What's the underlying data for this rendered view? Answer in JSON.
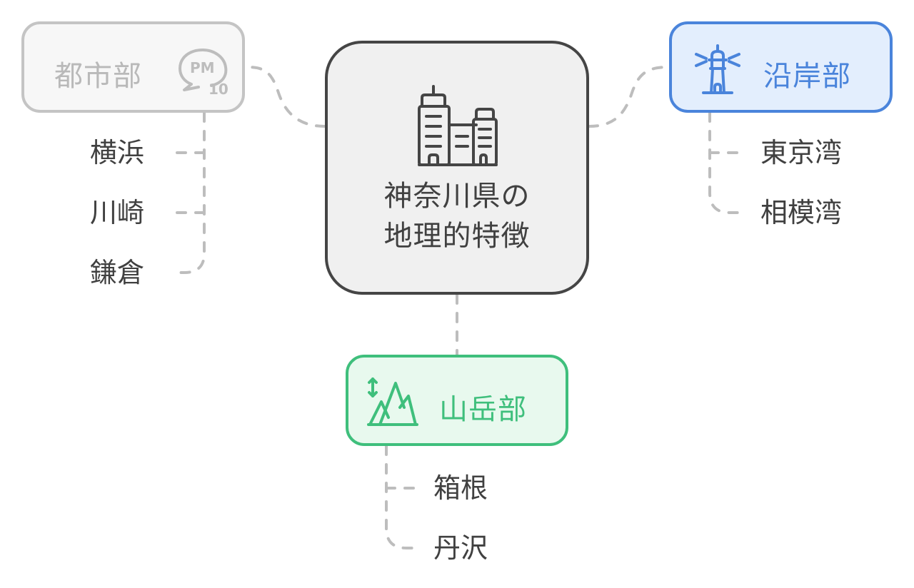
{
  "diagram": {
    "type": "mind-map",
    "center": {
      "title_line1": "神奈川県の",
      "title_line2": "地理的特徴",
      "icon": "city-buildings-icon",
      "color": "#454545",
      "background": "#f0f0f0"
    },
    "branches": [
      {
        "id": "urban",
        "label": "都市部",
        "icon": "pm10-air-quality-icon",
        "color": "#c4c4c4",
        "text_color": "#b9b9b9",
        "background": "#f7f7f7",
        "children": [
          "横浜",
          "川崎",
          "鎌倉"
        ]
      },
      {
        "id": "coast",
        "label": "沿岸部",
        "icon": "lighthouse-icon",
        "color": "#4a84db",
        "background": "#e3eefd",
        "children": [
          "東京湾",
          "相模湾"
        ]
      },
      {
        "id": "mountain",
        "label": "山岳部",
        "icon": "mountain-elevation-icon",
        "color": "#3fbf7c",
        "background": "#e8f9ee",
        "children": [
          "箱根",
          "丹沢"
        ]
      }
    ],
    "connector_color": "#bdbdbd"
  }
}
